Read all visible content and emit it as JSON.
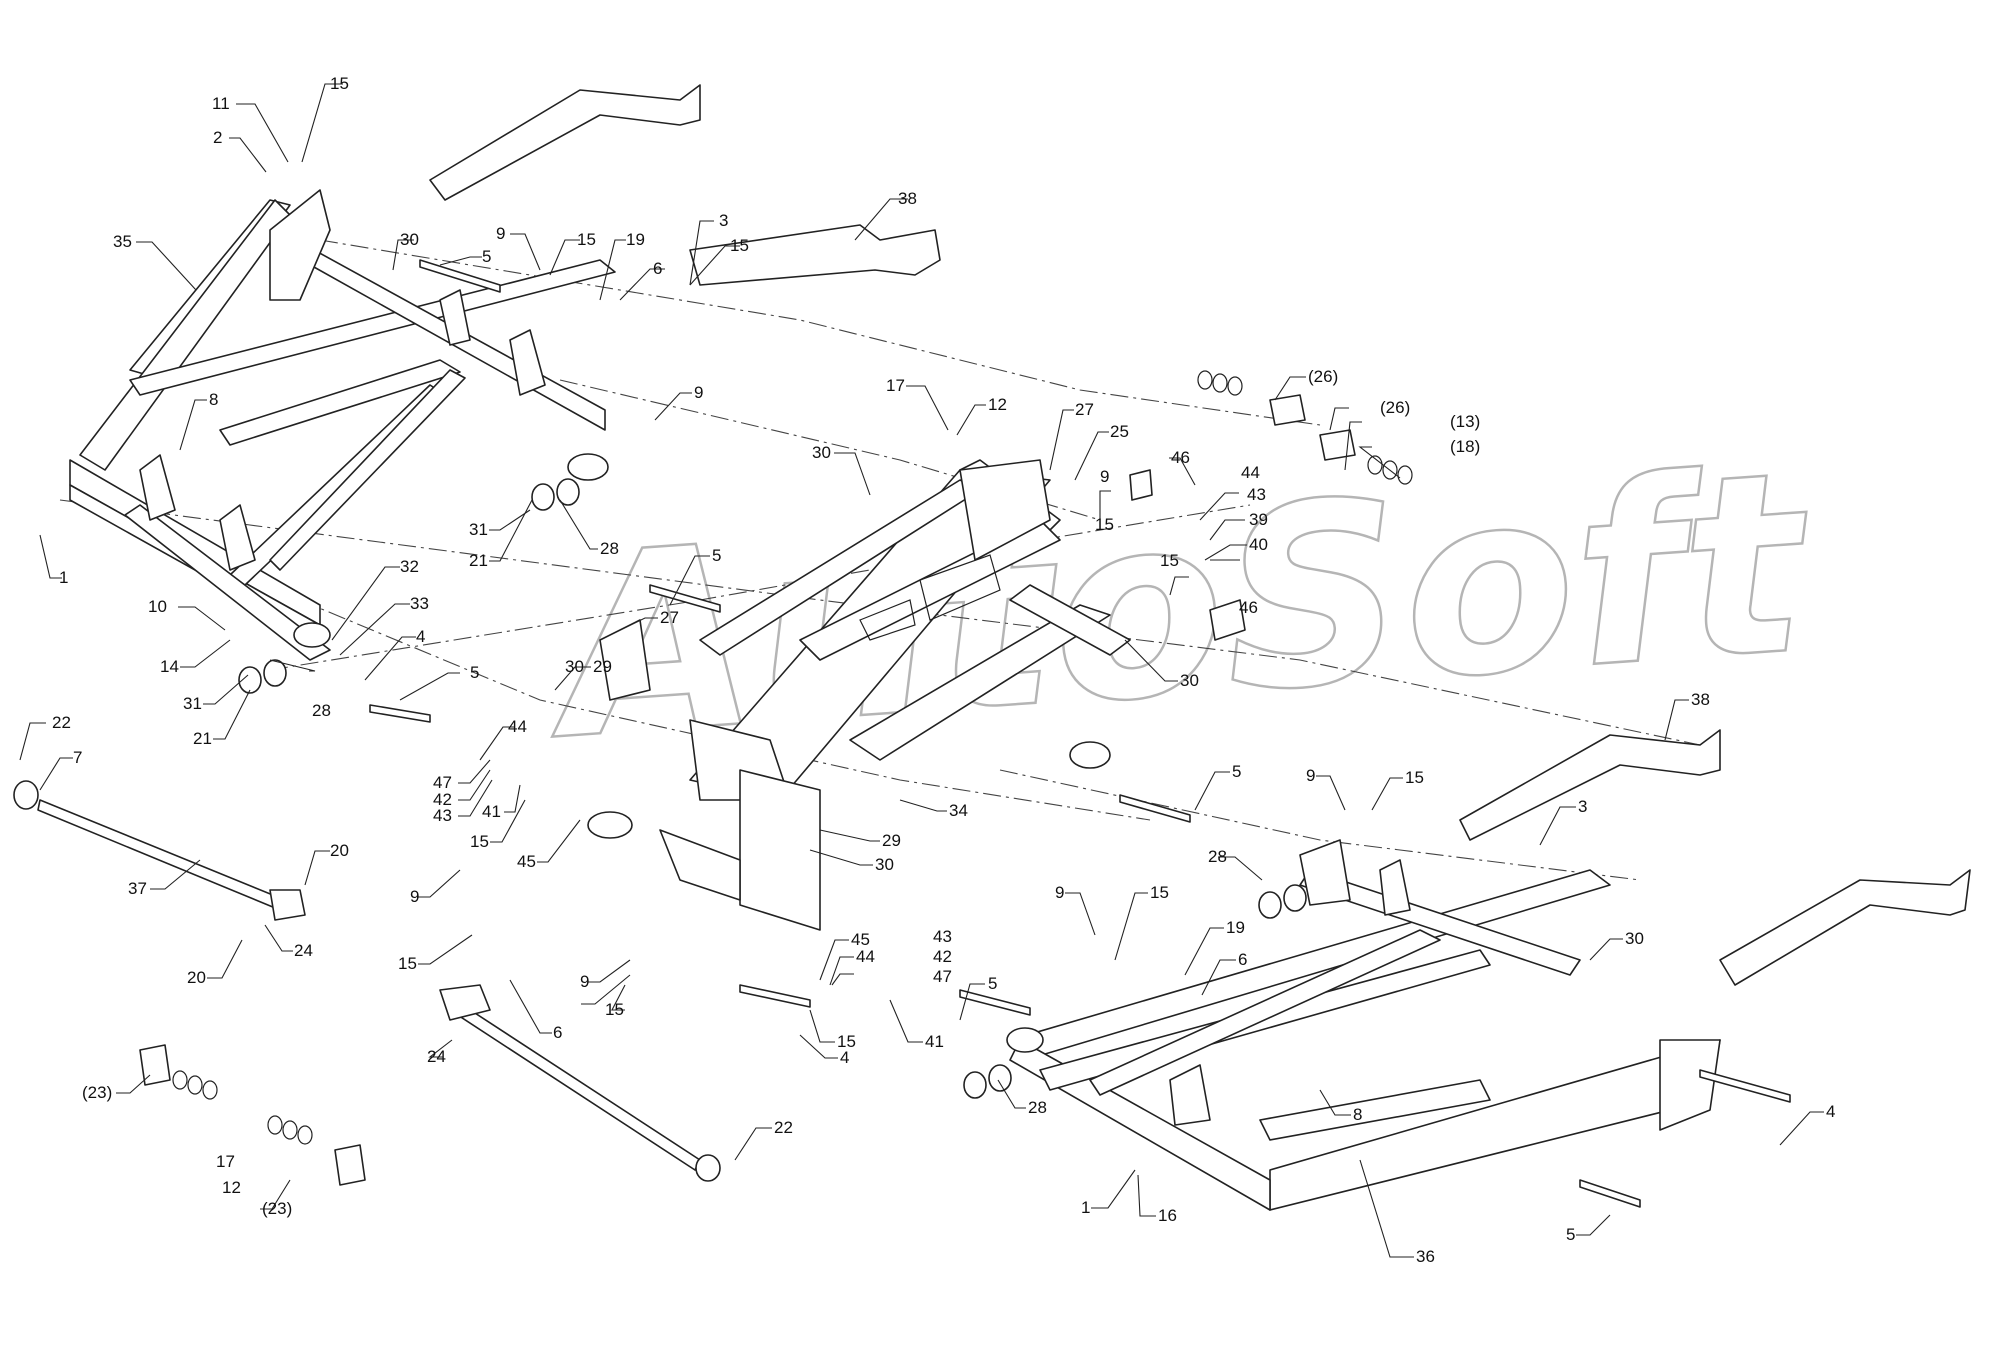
{
  "watermark": "AutoSoft",
  "callouts": [
    {
      "id": "c-11",
      "text": "11"
    },
    {
      "id": "c-15a",
      "text": "15"
    },
    {
      "id": "c-2",
      "text": "2"
    },
    {
      "id": "c-35",
      "text": "35"
    },
    {
      "id": "c-30a",
      "text": "30"
    },
    {
      "id": "c-5a",
      "text": "5"
    },
    {
      "id": "c-9a",
      "text": "9"
    },
    {
      "id": "c-15b",
      "text": "15"
    },
    {
      "id": "c-19a",
      "text": "19"
    },
    {
      "id": "c-6a",
      "text": "6"
    },
    {
      "id": "c-3a",
      "text": "3"
    },
    {
      "id": "c-15c",
      "text": "15"
    },
    {
      "id": "c-38a",
      "text": "38"
    },
    {
      "id": "c-9b",
      "text": "9"
    },
    {
      "id": "c-8a",
      "text": "8"
    },
    {
      "id": "c-1a",
      "text": "1"
    },
    {
      "id": "c-10",
      "text": "10"
    },
    {
      "id": "c-14",
      "text": "14"
    },
    {
      "id": "c-31a",
      "text": "31"
    },
    {
      "id": "c-21a",
      "text": "21"
    },
    {
      "id": "c-28a",
      "text": "28"
    },
    {
      "id": "c-31b",
      "text": "31"
    },
    {
      "id": "c-21b",
      "text": "21"
    },
    {
      "id": "c-28b",
      "text": "28"
    },
    {
      "id": "c-32",
      "text": "32"
    },
    {
      "id": "c-33",
      "text": "33"
    },
    {
      "id": "c-4a",
      "text": "4"
    },
    {
      "id": "c-5b",
      "text": "5"
    },
    {
      "id": "c-22a",
      "text": "22"
    },
    {
      "id": "c-7",
      "text": "7"
    },
    {
      "id": "c-37",
      "text": "37"
    },
    {
      "id": "c-20a",
      "text": "20"
    },
    {
      "id": "c-24a",
      "text": "24"
    },
    {
      "id": "c-20b",
      "text": "20"
    },
    {
      "id": "c-17a",
      "text": "17"
    },
    {
      "id": "c-12a",
      "text": "12"
    },
    {
      "id": "c-30b",
      "text": "30"
    },
    {
      "id": "c-27a",
      "text": "27"
    },
    {
      "id": "c-25",
      "text": "25"
    },
    {
      "id": "c-5c",
      "text": "5"
    },
    {
      "id": "c-27b",
      "text": "27"
    },
    {
      "id": "c-29a",
      "text": "29"
    },
    {
      "id": "c-30c",
      "text": "30"
    },
    {
      "id": "c-44a",
      "text": "44"
    },
    {
      "id": "c-47a",
      "text": "47"
    },
    {
      "id": "c-42a",
      "text": "42"
    },
    {
      "id": "c-43a",
      "text": "43"
    },
    {
      "id": "c-41a",
      "text": "41"
    },
    {
      "id": "c-15d",
      "text": "15"
    },
    {
      "id": "c-45a",
      "text": "45"
    },
    {
      "id": "c-9c",
      "text": "9"
    },
    {
      "id": "c-15e",
      "text": "15"
    },
    {
      "id": "c-6b",
      "text": "6"
    },
    {
      "id": "c-9d",
      "text": "9"
    },
    {
      "id": "c-15f",
      "text": "15"
    },
    {
      "id": "c-4b",
      "text": "4"
    },
    {
      "id": "c-24b",
      "text": "24"
    },
    {
      "id": "c-22b",
      "text": "22"
    },
    {
      "id": "c-23a",
      "text": "(23)"
    },
    {
      "id": "c-17b",
      "text": "17"
    },
    {
      "id": "c-12b",
      "text": "12"
    },
    {
      "id": "c-23b",
      "text": "(23)"
    },
    {
      "id": "c-29b",
      "text": "29"
    },
    {
      "id": "c-30d",
      "text": "30"
    },
    {
      "id": "c-34",
      "text": "34"
    },
    {
      "id": "c-45b",
      "text": "45"
    },
    {
      "id": "c-44b",
      "text": "44"
    },
    {
      "id": "c-43b",
      "text": "43"
    },
    {
      "id": "c-42b",
      "text": "42"
    },
    {
      "id": "c-47b",
      "text": "47"
    },
    {
      "id": "c-15g",
      "text": "15"
    },
    {
      "id": "c-41b",
      "text": "41"
    },
    {
      "id": "c-5d",
      "text": "5"
    },
    {
      "id": "c-26a",
      "text": "(26)"
    },
    {
      "id": "c-26b",
      "text": "(26)"
    },
    {
      "id": "c-13",
      "text": "(13)"
    },
    {
      "id": "c-18",
      "text": "(18)"
    },
    {
      "id": "c-46a",
      "text": "46"
    },
    {
      "id": "c-9e",
      "text": "9"
    },
    {
      "id": "c-15h",
      "text": "15"
    },
    {
      "id": "c-44c",
      "text": "44"
    },
    {
      "id": "c-43c",
      "text": "43"
    },
    {
      "id": "c-39",
      "text": "39"
    },
    {
      "id": "c-40",
      "text": "40"
    },
    {
      "id": "c-15i",
      "text": "15"
    },
    {
      "id": "c-46b",
      "text": "46"
    },
    {
      "id": "c-30e",
      "text": "30"
    },
    {
      "id": "c-5e",
      "text": "5"
    },
    {
      "id": "c-38b",
      "text": "38"
    },
    {
      "id": "c-9f",
      "text": "9"
    },
    {
      "id": "c-15j",
      "text": "15"
    },
    {
      "id": "c-3b",
      "text": "3"
    },
    {
      "id": "c-28c",
      "text": "28"
    },
    {
      "id": "c-30f",
      "text": "30"
    },
    {
      "id": "c-9g",
      "text": "9"
    },
    {
      "id": "c-15k",
      "text": "15"
    },
    {
      "id": "c-19b",
      "text": "19"
    },
    {
      "id": "c-6c",
      "text": "6"
    },
    {
      "id": "c-28d",
      "text": "28"
    },
    {
      "id": "c-8b",
      "text": "8"
    },
    {
      "id": "c-1b",
      "text": "1"
    },
    {
      "id": "c-16",
      "text": "16"
    },
    {
      "id": "c-36",
      "text": "36"
    },
    {
      "id": "c-4c",
      "text": "4"
    },
    {
      "id": "c-5f",
      "text": "5"
    }
  ]
}
